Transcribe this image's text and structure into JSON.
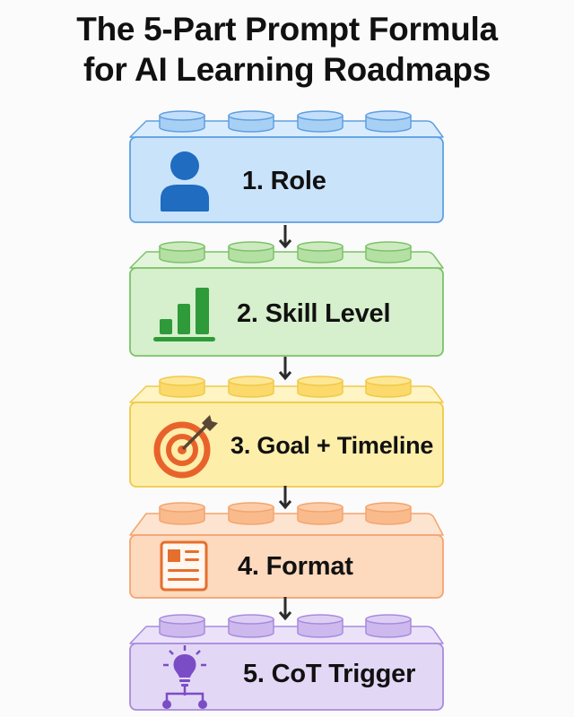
{
  "title": {
    "line1": "The 5-Part Prompt Formula",
    "line2": "for AI Learning Roadmaps"
  },
  "bricks": [
    {
      "number": 1,
      "label": "1. Role",
      "icon": "person-icon",
      "colors": {
        "fill": "#c9e3fb",
        "top": "#d9ecfd",
        "stroke": "#5f9fe0",
        "stud": "#a8d0f5",
        "stud_top": "#c2defa",
        "icon": "#1f6cc0"
      }
    },
    {
      "number": 2,
      "label": "2. Skill Level",
      "icon": "bar-chart-icon",
      "colors": {
        "fill": "#d6efcc",
        "top": "#e2f4da",
        "stroke": "#7cc26a",
        "stud": "#b4e0a4",
        "stud_top": "#cdeabf",
        "icon": "#2f9a3a"
      }
    },
    {
      "number": 3,
      "label": "3. Goal + Timeline",
      "icon": "target-icon",
      "colors": {
        "fill": "#fdeeaa",
        "top": "#fef4c4",
        "stroke": "#f1c94a",
        "stud": "#fbd96a",
        "stud_top": "#fde794",
        "icon": "#e8632b",
        "arrow": "#5a4634"
      }
    },
    {
      "number": 4,
      "label": "4. Format",
      "icon": "document-icon",
      "colors": {
        "fill": "#fdd9bd",
        "top": "#fde4d0",
        "stroke": "#f4a470",
        "stud": "#f9bb8c",
        "stud_top": "#fbcca7",
        "icon": "#e56f2c"
      }
    },
    {
      "number": 5,
      "label": "5. CoT Trigger",
      "icon": "lightbulb-network-icon",
      "colors": {
        "fill": "#e3d7f6",
        "top": "#ebe2f9",
        "stroke": "#a88bdc",
        "stud": "#cdb9ee",
        "stud_top": "#ddcff4",
        "icon": "#7a4dc6"
      }
    }
  ],
  "arrow_color": "#2b2b2b"
}
